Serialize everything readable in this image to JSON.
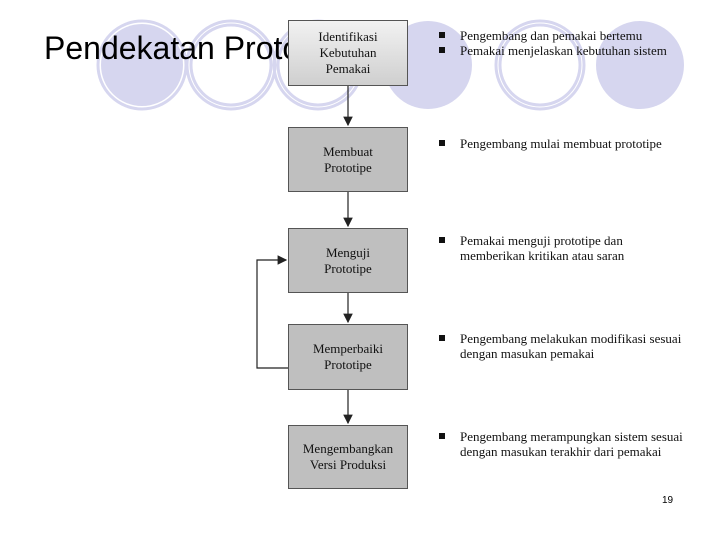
{
  "slide": {
    "title": "Pendekatan Prototipe",
    "page_number": "19"
  },
  "steps": [
    {
      "label": "Identifikasi\nKebutuhan\nPemakai",
      "bullets": [
        "Pengembang dan pemakai bertemu",
        "Pemakai menjelaskan kebutuhan sistem"
      ]
    },
    {
      "label": "Membuat\nPrototipe",
      "bullets": [
        "Pengembang mulai membuat prototipe"
      ]
    },
    {
      "label": "Menguji\nPrototipe",
      "bullets": [
        "Pemakai menguji prototipe dan memberikan kritikan atau saran"
      ]
    },
    {
      "label": "Memperbaiki\nPrototipe",
      "bullets": [
        "Pengembang melakukan modifikasi sesuai dengan masukan pemakai"
      ]
    },
    {
      "label": "Mengembangkan\nVersi Produksi",
      "bullets": [
        "Pengembang merampungkan sistem sesuai dengan masukan terakhir dari pemakai"
      ]
    }
  ],
  "colors": {
    "decor_circle": "#d6d6ef",
    "box_fill": "#bfbfbf"
  }
}
